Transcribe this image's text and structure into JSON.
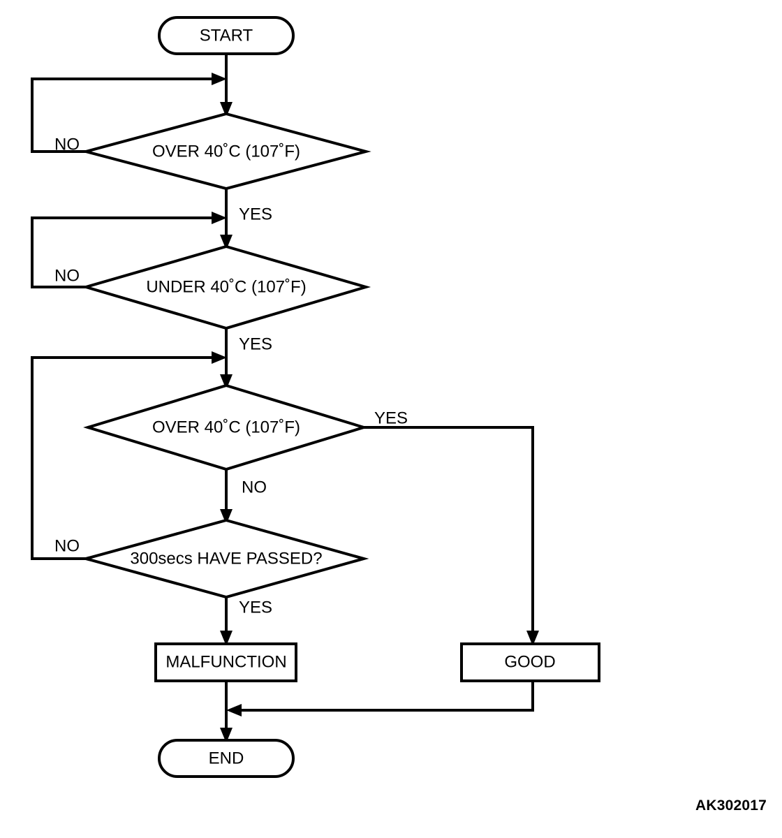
{
  "diagram": {
    "type": "flowchart",
    "title": "",
    "watermark": "AK302017",
    "nodes": [
      {
        "id": "start",
        "kind": "terminator",
        "label": "START"
      },
      {
        "id": "d1",
        "kind": "decision",
        "label": "OVER 40˚C (107˚F)"
      },
      {
        "id": "d2",
        "kind": "decision",
        "label": "UNDER 40˚C (107˚F)"
      },
      {
        "id": "d3",
        "kind": "decision",
        "label": "OVER 40˚C (107˚F)"
      },
      {
        "id": "d4",
        "kind": "decision",
        "label": "300secs HAVE PASSED?"
      },
      {
        "id": "malfunction",
        "kind": "process",
        "label": "MALFUNCTION"
      },
      {
        "id": "good",
        "kind": "process",
        "label": "GOOD"
      },
      {
        "id": "end",
        "kind": "terminator",
        "label": "END"
      }
    ],
    "edges": [
      {
        "from": "start",
        "to": "d1",
        "label": ""
      },
      {
        "from": "d1",
        "to": "d1",
        "label": "NO"
      },
      {
        "from": "d1",
        "to": "d2",
        "label": "YES"
      },
      {
        "from": "d2",
        "to": "d2",
        "label": "NO"
      },
      {
        "from": "d2",
        "to": "d3",
        "label": "YES"
      },
      {
        "from": "d3",
        "to": "good",
        "label": "YES"
      },
      {
        "from": "d3",
        "to": "d4",
        "label": "NO"
      },
      {
        "from": "d4",
        "to": "d3",
        "label": "NO"
      },
      {
        "from": "d4",
        "to": "malfunction",
        "label": "YES"
      },
      {
        "from": "malfunction",
        "to": "end",
        "label": ""
      },
      {
        "from": "good",
        "to": "end",
        "label": ""
      }
    ]
  }
}
